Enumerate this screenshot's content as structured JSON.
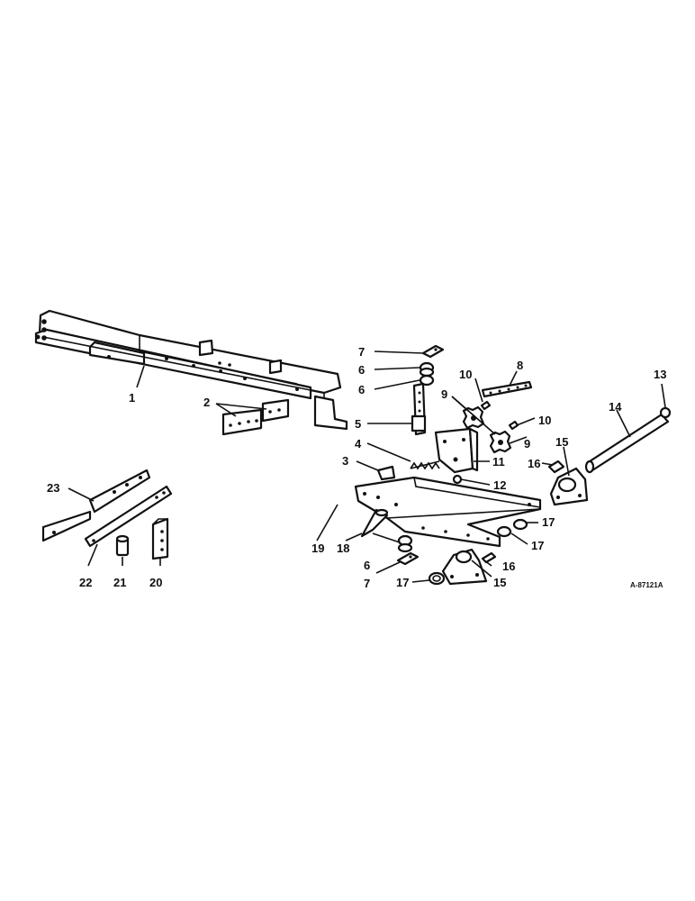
{
  "drawing_ref": "A-87121A",
  "callouts": {
    "c1": "1",
    "c2": "2",
    "c3": "3",
    "c4": "4",
    "c5": "5",
    "c6a": "6",
    "c6b": "6",
    "c6c": "6",
    "c7a": "7",
    "c7b": "7",
    "c8": "8",
    "c9a": "9",
    "c9b": "9",
    "c10a": "10",
    "c10b": "10",
    "c11": "11",
    "c12": "12",
    "c13": "13",
    "c14": "14",
    "c15a": "15",
    "c15b": "15",
    "c16a": "16",
    "c16b": "16",
    "c17a": "17",
    "c17b": "17",
    "c17c": "17",
    "c18": "18",
    "c19": "19",
    "c20": "20",
    "c21": "21",
    "c22": "22",
    "c23": "23"
  }
}
